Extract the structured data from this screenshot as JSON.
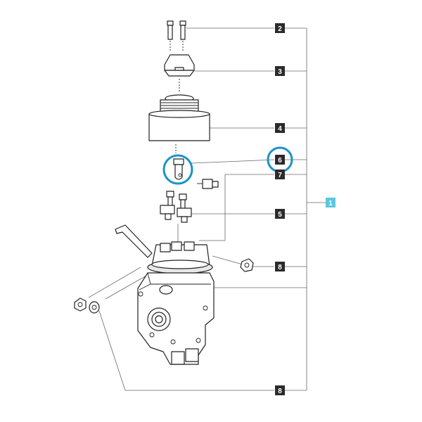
{
  "diagram": {
    "type": "exploded-parts-view",
    "colors": {
      "line": "#555555",
      "part_stroke": "#222222",
      "callout_box": "#2b2b2b",
      "callout_text": "#ffffff",
      "assembly_box": "#5bc7e0",
      "highlight_ring": "#1a93c7"
    },
    "callouts": [
      {
        "id": "c2",
        "label": "2",
        "part": "bolts"
      },
      {
        "id": "c3",
        "label": "3",
        "part": "cap"
      },
      {
        "id": "c4",
        "label": "4",
        "part": "boot"
      },
      {
        "id": "c6",
        "label": "6",
        "part": "lever-pin",
        "highlighted": true
      },
      {
        "id": "c7",
        "label": "7",
        "part": "screw"
      },
      {
        "id": "c5",
        "label": "5",
        "part": "plungers"
      },
      {
        "id": "c8a",
        "label": "8",
        "part": "nut"
      },
      {
        "id": "c8b",
        "label": "8",
        "part": "nuts-washers"
      }
    ],
    "assembly_callout": {
      "label": "1",
      "part": "valve-assembly"
    }
  }
}
